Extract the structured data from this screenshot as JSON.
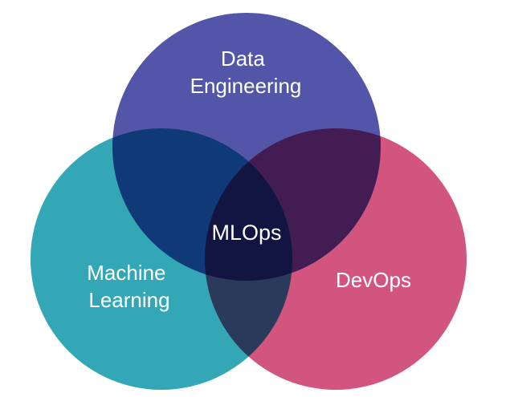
{
  "diagram": {
    "type": "venn",
    "circles": [
      {
        "id": "data-engineering",
        "lines": [
          "Data",
          "Engineering"
        ],
        "color": "#5356a8"
      },
      {
        "id": "machine-learning",
        "lines": [
          "Machine",
          "Learning"
        ],
        "color": "#33a7b5"
      },
      {
        "id": "devops",
        "lines": [
          "DevOps"
        ],
        "color": "#d1557e"
      }
    ],
    "overlaps": {
      "data-engineering+machine-learning": "#103a77",
      "data-engineering+devops": "#441c54",
      "machine-learning+devops": "#2a3a5a",
      "all": "#121441"
    },
    "center_label": "MLOps"
  }
}
